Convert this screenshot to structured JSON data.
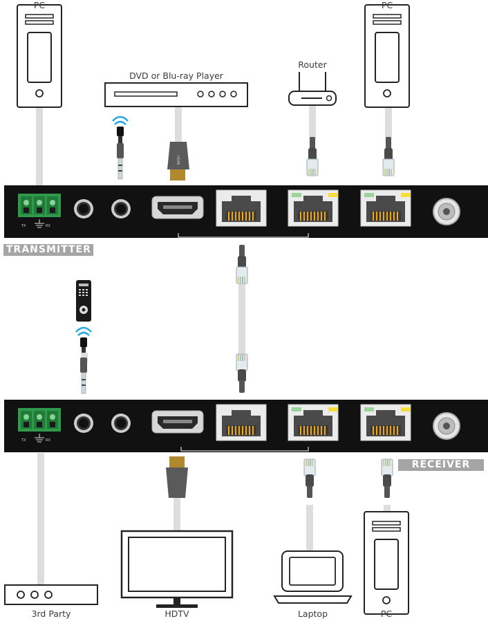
{
  "devices": {
    "pc_top_left": "PC",
    "pc_top_right": "PC",
    "dvd_player": "DVD or Blu-ray Player",
    "router": "Router",
    "third_party": "3rd Party",
    "hdtv": "HDTV",
    "laptop": "Laptop",
    "pc_bottom_right": "PC"
  },
  "units": {
    "transmitter": "TRANSMITTER",
    "receiver": "RECEIVER"
  },
  "port_labels": {
    "tx": "TX",
    "rx": "RX"
  },
  "colors": {
    "device_body": "#111111",
    "cable": "#dddddd",
    "banner": "#a5a5a5",
    "terminal_green": "#2f9a4a",
    "led_green": "#9bd49a",
    "led_yellow": "#f5dd3b",
    "rj45_gold": "#f0a81a",
    "ir_blue": "#29a6e0"
  },
  "icons": [
    "pc-tower-icon",
    "dvd-player-icon",
    "router-icon",
    "tv-icon",
    "laptop-icon",
    "remote-control-icon",
    "ir-emitter-icon",
    "ir-receiver-icon",
    "hdmi-plug-icon",
    "ethernet-plug-icon",
    "rs232-terminal-icon"
  ]
}
